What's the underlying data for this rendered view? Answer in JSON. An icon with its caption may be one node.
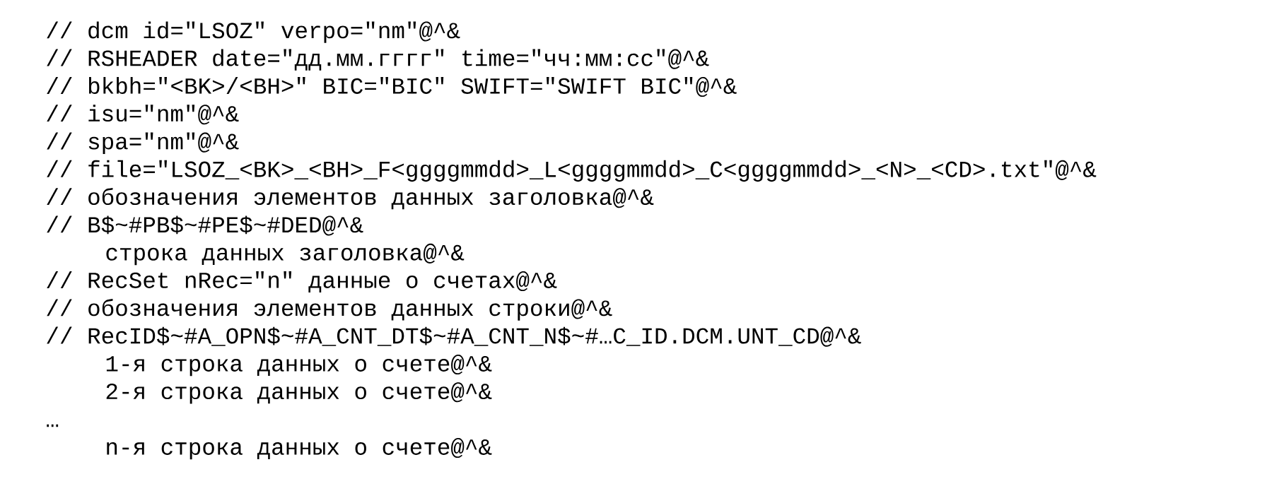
{
  "diagram": {
    "labels": [
      "// dcm id=\"LSOZ\" verpo=\"nm\"@^&",
      "// RSHEADER date=\"дд.мм.гггг\" time=\"чч:мм:сс\"@^&",
      "// bkbh=\"<BK>/<BH>\" BIC=\"BIC\" SWIFT=\"SWIFT BIC\"@^&",
      "// isu=\"nm\"@^&",
      "// spa=\"nm\"@^&",
      "// file=\"LSOZ_<BK>_<BH>_F<ggggmmdd>_L<ggggmmdd>_C<ggggmmdd>_<N>_<CD>.txt\"@^&",
      "// обозначения элементов данных заголовка@^&",
      "// B$~#PB$~#PE$~#DED@^&",
      "строка данных заголовка@^&",
      "// RecSet nRec=\"n\" данные о счетах@^&",
      "// обозначения элементов данных строки@^&",
      "// RecID$~#A_OPN$~#A_CNT_DT$~#A_CNT_N$~#…C_ID.DCM.UNT_CD@^&",
      "1-я строка данных о счете@^&",
      "2-я строка данных о счете@^&",
      "…",
      "n-я строка данных о счете@^&"
    ]
  }
}
